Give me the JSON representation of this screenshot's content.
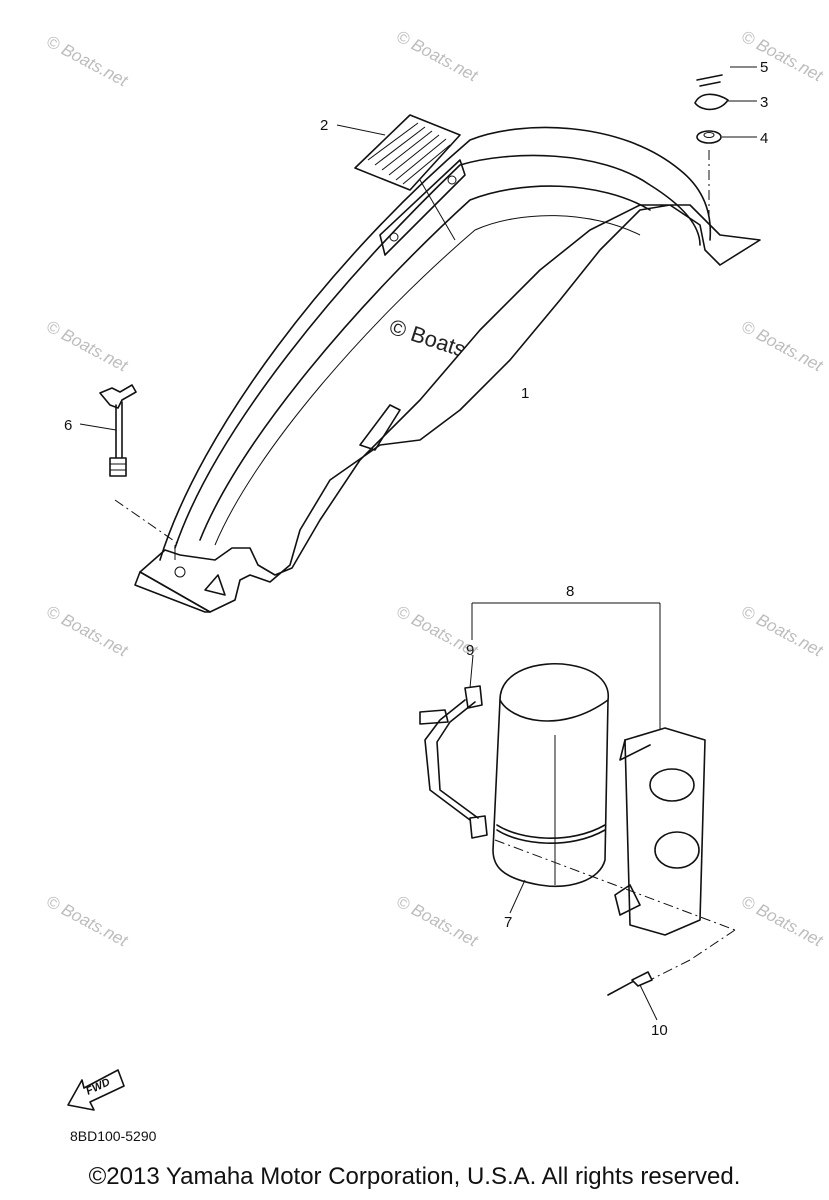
{
  "callouts": {
    "c1": "1",
    "c2": "2",
    "c3": "3",
    "c4": "4",
    "c5": "5",
    "c6": "6",
    "c7": "7",
    "c8": "8",
    "c9": "9",
    "c10": "10"
  },
  "watermark": {
    "small": "© Boats.net",
    "center": "© Boats.net"
  },
  "fwd_label": "FWD",
  "part_code": "8BD100-5290",
  "copyright": "©2013 Yamaha Motor Corporation, U.S.A. All rights reserved."
}
